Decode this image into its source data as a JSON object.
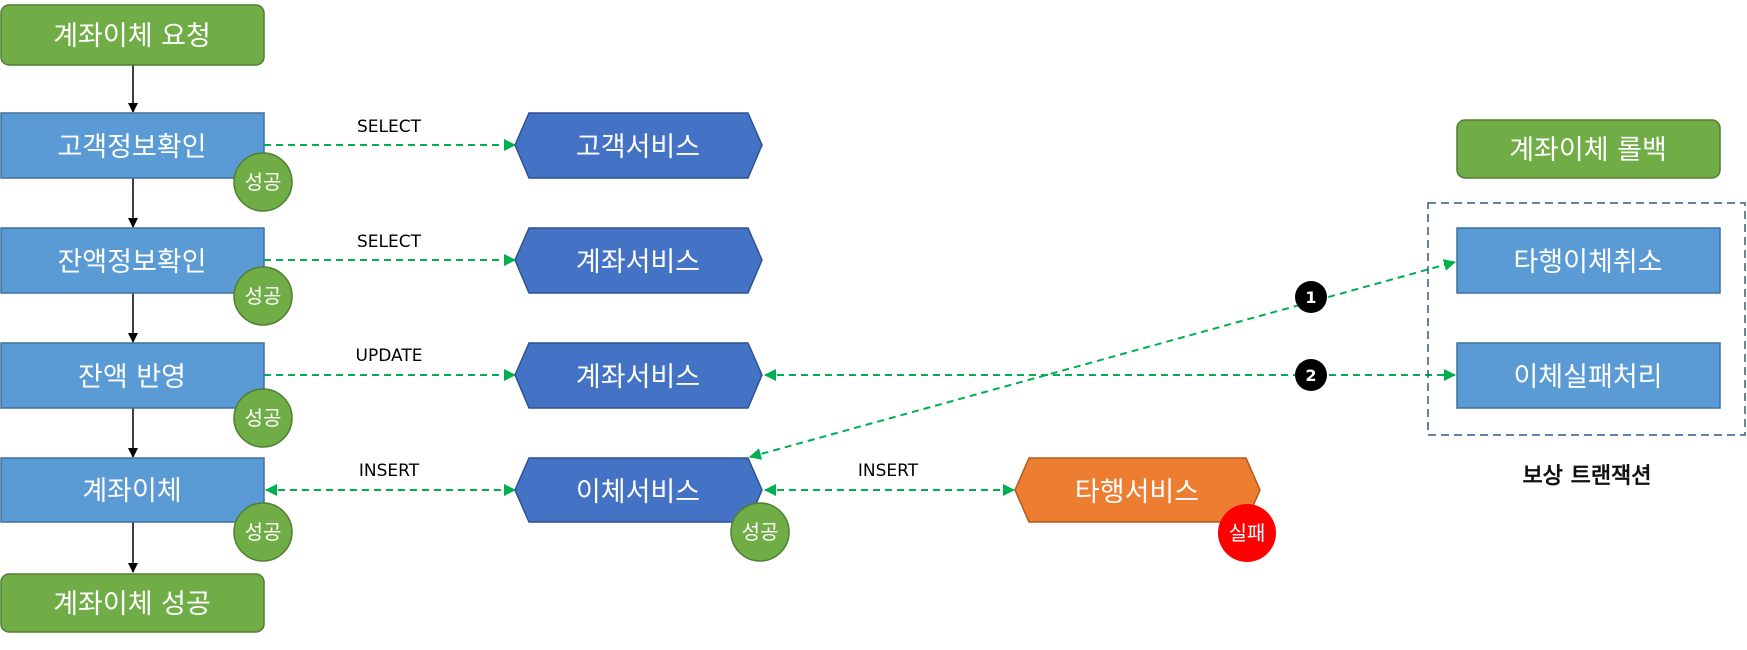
{
  "colors": {
    "green": "#70AD47",
    "light_blue": "#5B9BD5",
    "dark_blue": "#4472C4",
    "orange": "#ED7D31",
    "fail_red": "#FF0000",
    "dashed_arrow": "#00B050",
    "group_border": "#2E5C8A"
  },
  "flow": {
    "start": "계좌이체 요청",
    "steps": [
      "고객정보확인",
      "잔액정보확인",
      "잔액 반영",
      "계좌이체"
    ],
    "end": "계좌이체 성공"
  },
  "services": {
    "customer": "고객서비스",
    "account_1": "계좌서비스",
    "account_2": "계좌서비스",
    "transfer": "이체서비스",
    "other_bank": "타행서비스"
  },
  "edge_labels": {
    "select_1": "SELECT",
    "select_2": "SELECT",
    "update": "UPDATE",
    "insert_1": "INSERT",
    "insert_2": "INSERT"
  },
  "badges": {
    "success": "성공",
    "fail": "실패"
  },
  "rollback": {
    "title": "계좌이체 롤백",
    "cancel_other": "타행이체취소",
    "fail_process": "이체실패처리",
    "caption": "보상 트랜잭션",
    "step_1": "1",
    "step_2": "2"
  }
}
